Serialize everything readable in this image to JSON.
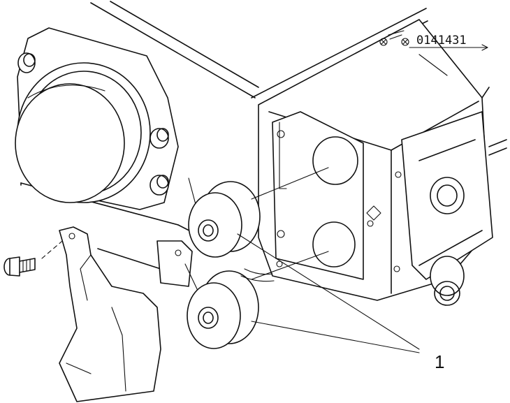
{
  "figure": {
    "reference_code": "0141431",
    "callouts": [
      {
        "label": "1",
        "target": "mounting-bushings"
      }
    ]
  },
  "icons": {
    "reference_symbol": "drawing-reference-icon"
  },
  "colors": {
    "ink": "#111111",
    "paper": "#ffffff"
  }
}
